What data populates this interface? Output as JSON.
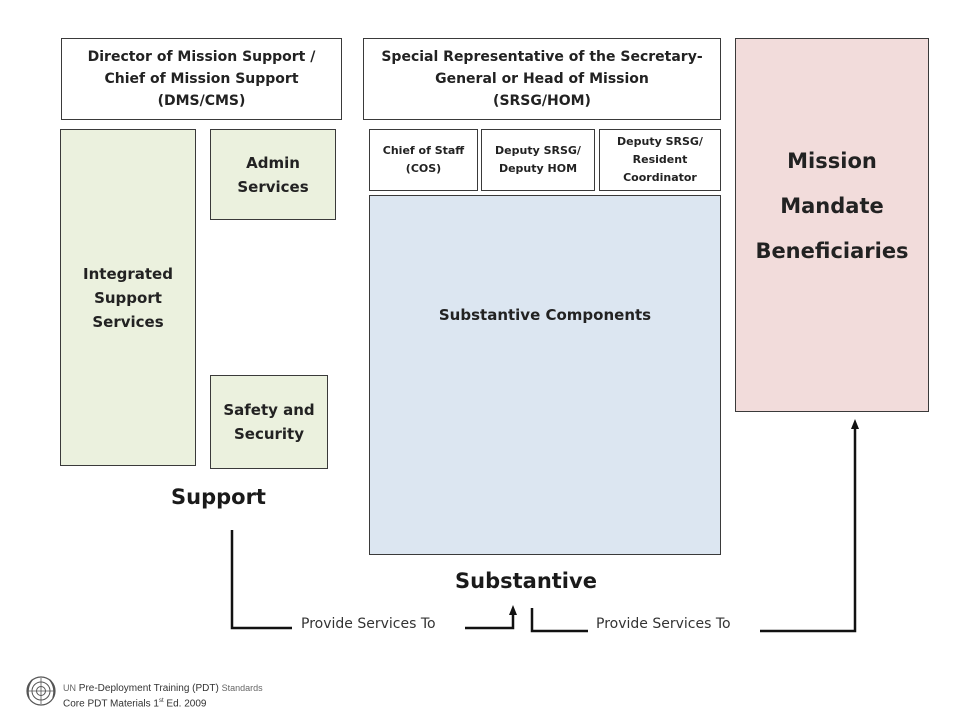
{
  "boxes": {
    "dms": {
      "lines": [
        "Director of Mission Support /",
        "Chief of Mission Support",
        "(DMS/CMS)"
      ],
      "fill": "#ffffff"
    },
    "srsg": {
      "lines": [
        "Special Representative of the Secretary-",
        "General  or Head of Mission",
        "(SRSG/HOM)"
      ],
      "fill": "#ffffff"
    },
    "mission": {
      "lines": [
        "Mission",
        "Mandate",
        "Beneficiaries"
      ],
      "fill": "#f2dcdb"
    },
    "iss": {
      "lines": [
        "Integrated",
        "Support",
        "Services"
      ],
      "fill": "#ebf1de"
    },
    "admin": {
      "lines": [
        "Admin",
        "Services"
      ],
      "fill": "#ebf1de"
    },
    "safety": {
      "lines": [
        "Safety and",
        "Security"
      ],
      "fill": "#ebf1de"
    },
    "cos": {
      "lines": [
        "Chief of Staff",
        "(COS)"
      ],
      "fill": "#ffffff"
    },
    "deputy_hom": {
      "lines": [
        "Deputy SRSG/",
        "Deputy HOM"
      ],
      "fill": "#ffffff"
    },
    "deputy_rc": {
      "lines": [
        "Deputy SRSG/",
        "Resident",
        "Coordinator"
      ],
      "fill": "#ffffff"
    },
    "substantive_components": {
      "label": "Substantive  Components",
      "fill": "#dce6f1"
    }
  },
  "labels": {
    "support": "Support",
    "substantive": "Substantive",
    "provide_1": "Provide Services To",
    "provide_2": "Provide Services To"
  },
  "footer": {
    "un": "UN",
    "line1_main": " Pre-Deployment Training (PDT) ",
    "line1_tail": "Standards",
    "line2_main": "Core PDT Materials 1",
    "line2_sup": "st",
    "line2_tail": " Ed. 2009"
  },
  "icons": {
    "footer_logo": "un-emblem-icon"
  }
}
